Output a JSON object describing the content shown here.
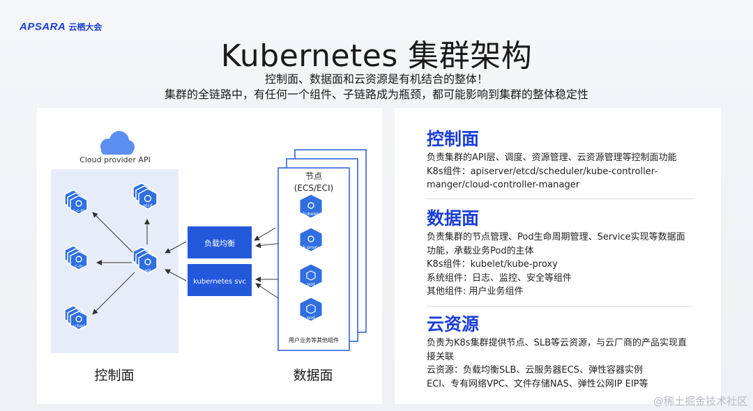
{
  "logo": {
    "brand": "APSARA",
    "sub": "云栖大会"
  },
  "title": "Kubernetes 集群架构",
  "subtitle_lines": [
    "控制面、数据面和云资源是有机结合的整体！",
    "集群的全链路中，有任何一个组件、子链路成为瓶颈，都可能影响到集群的整体稳定性"
  ],
  "diagram": {
    "cloud_label": "Cloud provider API",
    "control_components": [
      "c-c-m",
      "etcd",
      "c-m",
      "api",
      "sched"
    ],
    "middle_boxes": [
      "负载均衡",
      "kubernetes svc"
    ],
    "node_title": "节点",
    "node_subtitle": "(ECS/ECI)",
    "node_components": [
      "kubelet",
      "k-proxy",
      "pod",
      "pod"
    ],
    "node_footer": "用户业务等其他组件",
    "label_control": "控制面",
    "label_data": "数据面",
    "colors": {
      "accent": "#1a3fd6",
      "icon": "#2f6fe0",
      "panel": "#e7edf8",
      "box": "#2358db"
    }
  },
  "sections": [
    {
      "heading": "控制面",
      "lines": [
        "负责集群的API层、调度、资源管理、云资源管理等控制面功能",
        "K8s组件：apiserver/etcd/scheduler/kube-controller-",
        "manger/cloud-controller-manager"
      ]
    },
    {
      "heading": "数据面",
      "lines": [
        "负责集群的节点管理、Pod生命周期管理、Service实现等数据面",
        "功能，承载业务Pod的主体",
        "K8s组件：kubelet/kube-proxy",
        "系统组件：日志、监控、安全等组件",
        "其他组件: 用户业务组件"
      ]
    },
    {
      "heading": "云资源",
      "lines": [
        "负责为K8s集群提供节点、SLB等云资源，与云厂商的产品实现直",
        "接关联",
        "云资源：负载均衡SLB、云服务器ECS、弹性容器实例",
        "ECI、专有网络VPC、文件存储NAS、弹性公网IP EIP等"
      ]
    }
  ],
  "watermark": "@稀土掘金技术社区"
}
